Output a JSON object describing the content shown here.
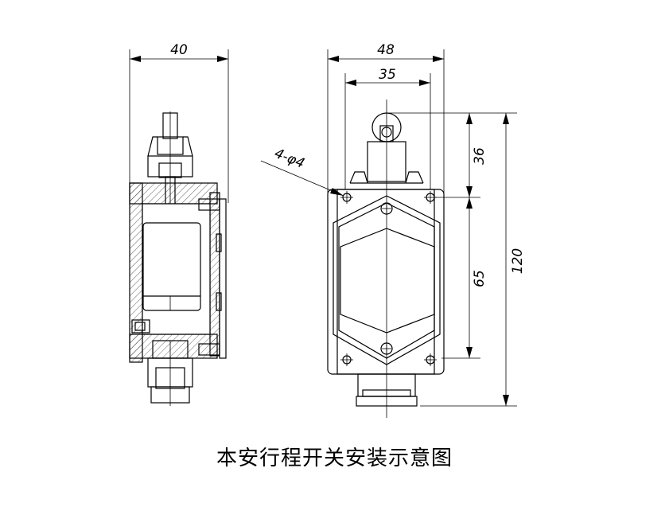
{
  "caption": "本安行程开关安装示意图",
  "dimensions": {
    "side_width": "40",
    "front_width": "48",
    "hole_spacing_horizontal": "35",
    "top_to_hole": "36",
    "hole_spacing_vertical": "65",
    "total_height": "120",
    "mounting_holes": "4-φ4"
  }
}
